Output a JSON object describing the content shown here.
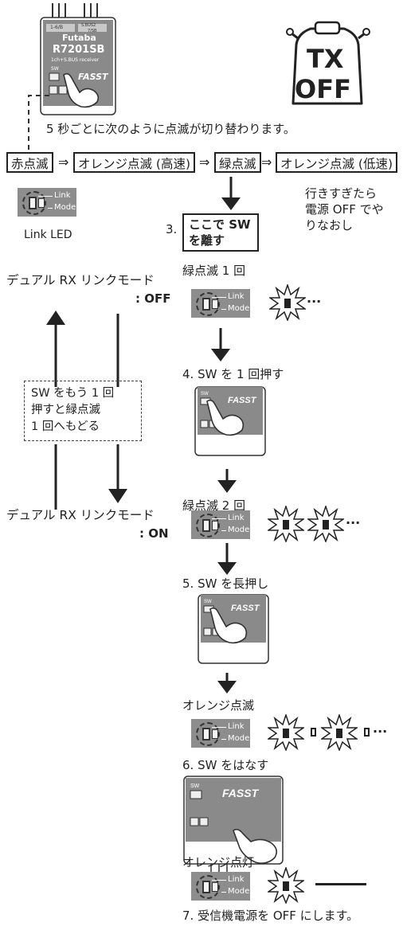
{
  "receiver": {
    "brand": "Futaba",
    "model": "R7201SB",
    "sub": "1ch+S.BUS receiver",
    "label_sw": "SW",
    "pin_left": "1-6/B",
    "pin_right": "S.BUS2",
    "pin_right2": "7/SB",
    "fasst": "FASST"
  },
  "tx_off": {
    "line1": "TX",
    "line2": "OFF"
  },
  "intro": "5 秒ごとに次のように点滅が切り替わります。",
  "sequence": {
    "red": "赤点滅",
    "orange_fast": "オレンジ点滅 (高速)",
    "green": "緑点滅",
    "orange_slow": "オレンジ点滅 (低速)",
    "arrow": "⇒"
  },
  "link_led_label": "Link LED",
  "panel_link": "Link",
  "panel_mode": "Mode",
  "restart_note": [
    "行きすぎたら",
    "電源 OFF でや",
    "りなおし"
  ],
  "step3": {
    "num": "3.",
    "line1": "ここで SW",
    "line2": "を離す"
  },
  "green_once": "緑点滅 1 回",
  "dual_off": {
    "label": "デュアル RX リンクモード",
    "state": ": OFF"
  },
  "dual_on": {
    "label": "デュアル RX リンクモード",
    "state": ": ON"
  },
  "loop_note": [
    "SW をもう 1 回",
    "押すと緑点滅",
    "1 回へもどる"
  ],
  "step4": "4. SW を 1 回押す",
  "green_twice": "緑点滅 2 回",
  "step5": "5. SW を長押し",
  "orange_blink": "オレンジ点滅",
  "step6": "6. SW をはなす",
  "orange_solid": "オレンジ点灯",
  "step7": "7. 受信機電源を OFF にします。",
  "ellipsis": "···"
}
